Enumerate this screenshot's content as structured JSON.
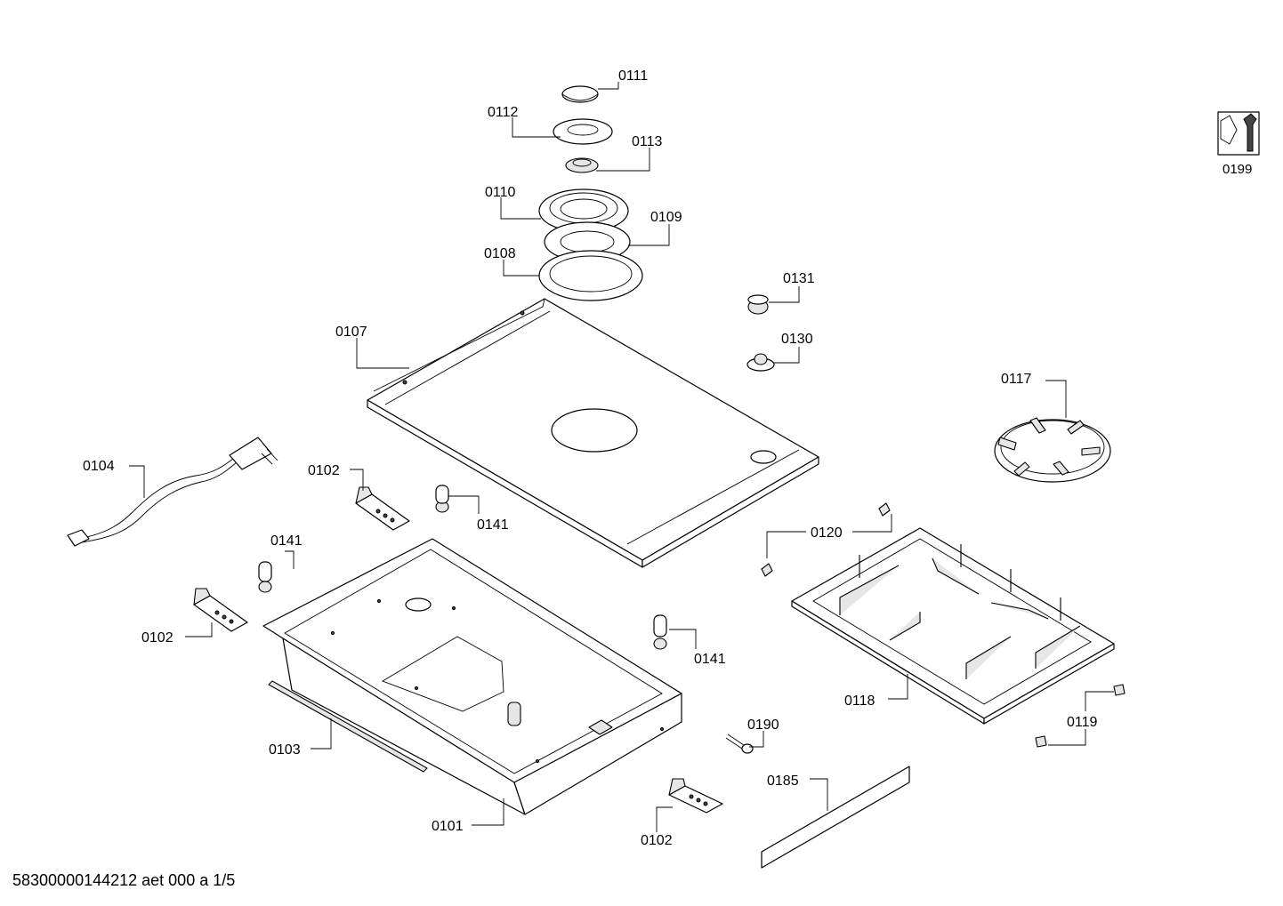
{
  "footer": {
    "document_code": "58300000144212 aet 000 a 1/5"
  },
  "service_icon": {
    "icon": "tool-wrench-icon",
    "label": "0199"
  },
  "parts": {
    "p0101": "0101",
    "p0102a": "0102",
    "p0102b": "0102",
    "p0102c": "0102",
    "p0103": "0103",
    "p0104": "0104",
    "p0107": "0107",
    "p0108": "0108",
    "p0109": "0109",
    "p0110": "0110",
    "p0111": "0111",
    "p0112": "0112",
    "p0113": "0113",
    "p0117": "0117",
    "p0118": "0118",
    "p0119": "0119",
    "p0120": "0120",
    "p0130": "0130",
    "p0131": "0131",
    "p0141a": "0141",
    "p0141b": "0141",
    "p0141c": "0141",
    "p0185": "0185",
    "p0190": "0190"
  }
}
